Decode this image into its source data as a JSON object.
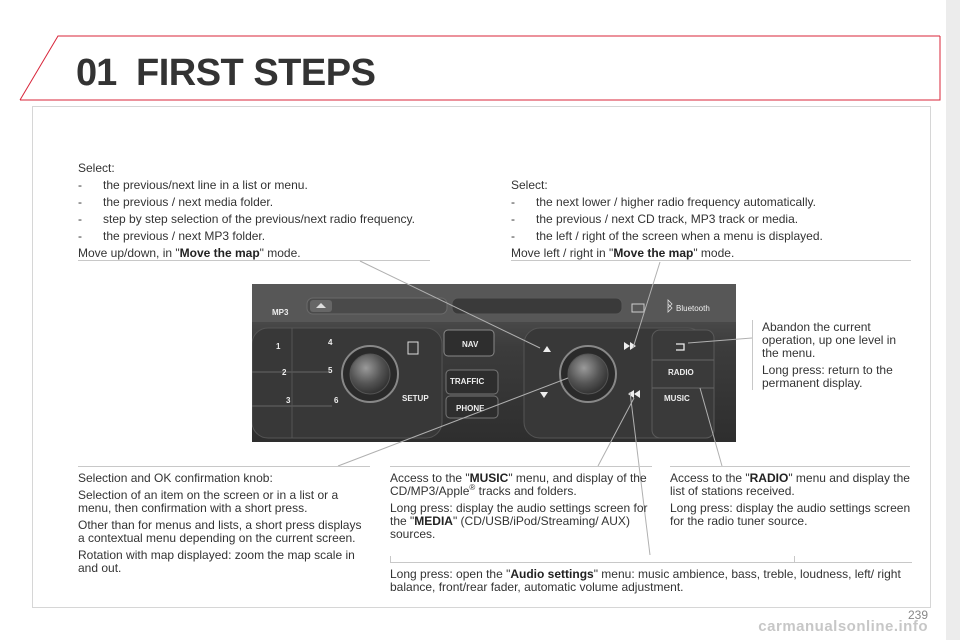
{
  "header": {
    "chapter_number": "01",
    "chapter_title": "FIRST STEPS"
  },
  "blocks": {
    "top_left": {
      "intro": "Select:",
      "items": [
        "the previous/next line in a list or menu.",
        "the previous / next media folder.",
        "step by step selection of the previous/next radio frequency.",
        "the previous / next MP3 folder."
      ],
      "mode_prefix": "Move up/down, in \"",
      "mode_bold": "Move the map",
      "mode_suffix": "\" mode."
    },
    "top_right": {
      "intro": "Select:",
      "items": [
        "the next lower / higher radio frequency automatically.",
        "the previous / next CD track, MP3 track or media.",
        "the left / right of the screen when a menu is displayed."
      ],
      "mode_prefix": "Move left / right in \"",
      "mode_bold": "Move the map",
      "mode_suffix": "\" mode."
    },
    "side_right": {
      "line1": "Abandon the current operation, up one level in the menu.",
      "line2": "Long press: return to the permanent display."
    },
    "bottom_left": {
      "p1": "Selection and OK confirmation knob:",
      "p2": "Selection of an item on the screen or in a list or a menu, then confirmation with a short press.",
      "p3": "Other than for menus and lists, a short press displays a contextual menu depending on the current screen.",
      "p4": "Rotation with map displayed: zoom the map scale in and out."
    },
    "bottom_mid": {
      "p1_prefix": "Access to the \"",
      "p1_bold": "MUSIC",
      "p1_mid": "\" menu, and display of the CD/MP3/Apple",
      "p1_sup": "®",
      "p1_suffix": " tracks and folders.",
      "p2_prefix": "Long press: display the audio settings screen for the \"",
      "p2_bold": "MEDIA",
      "p2_suffix": "\" (CD/USB/iPod/Streaming/ AUX) sources."
    },
    "bottom_right": {
      "p1_prefix": "Access to the \"",
      "p1_bold": "RADIO",
      "p1_suffix": "\" menu and display the list of stations received.",
      "p2": "Long press: display the audio settings screen for the radio tuner source."
    },
    "footer_note": {
      "prefix": "Long press: open the \"",
      "bold": "Audio settings",
      "suffix": "\" menu: music ambience, bass, treble, loudness, left/ right balance, front/rear fader, automatic volume adjustment."
    }
  },
  "device": {
    "labels": {
      "mp3": "MP3",
      "nav": "NAV",
      "traffic": "TRAFFIC",
      "phone": "PHONE",
      "setup": "SETUP",
      "radio": "RADIO",
      "music": "MUSIC",
      "bluetooth": "Bluetooth",
      "k1": "1",
      "k2": "2",
      "k3": "3",
      "k4": "4",
      "k5": "5",
      "k6": "6"
    },
    "icons": [
      "eject-icon",
      "cd-slot-icon",
      "bluetooth-icon",
      "card-icon",
      "up-arrow-icon",
      "down-arrow-icon",
      "fast-forward-icon",
      "rewind-icon",
      "back-icon"
    ]
  },
  "page_number": "239",
  "watermark": "carmanualsonline.info"
}
